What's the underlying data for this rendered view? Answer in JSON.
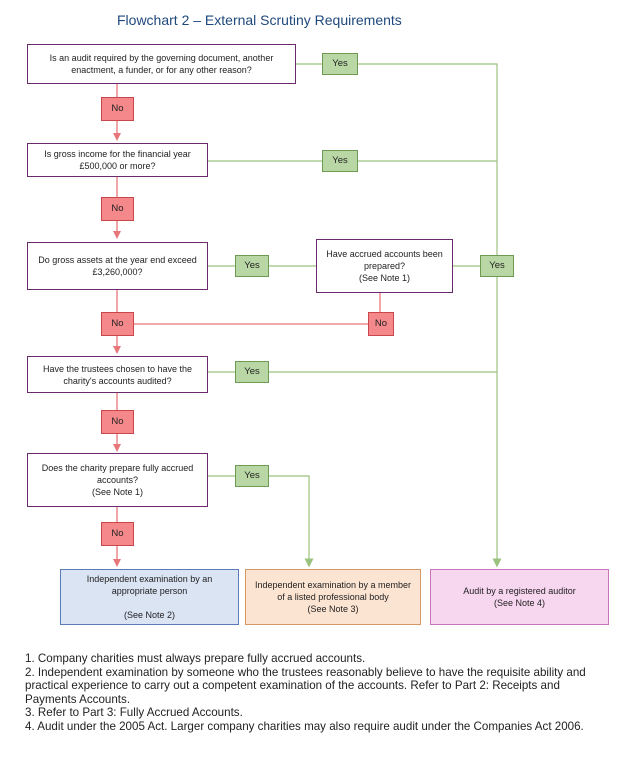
{
  "title": "Flowchart 2 – External Scrutiny Requirements",
  "questions": {
    "q1": "Is an audit required by the governing document, another enactment, a funder, or for any other reason?",
    "q2": "Is gross income for the financial year £500,000 or more?",
    "q3": "Do gross assets at the year end exceed £3,260,000?",
    "q3b": "Have accrued accounts been prepared?\n(See Note 1)",
    "q4": "Have the trustees chosen to have the charity's accounts audited?",
    "q5": "Does the charity prepare fully accrued accounts?\n(See Note 1)"
  },
  "labels": {
    "yes": "Yes",
    "no": "No"
  },
  "outcomes": {
    "independent": "Independent examination by an appropriate person\n\n(See Note 2)",
    "professional": "Independent examination by a member of a listed professional body\n(See Note 3)",
    "audit": "Audit by a registered auditor\n(See Note 4)"
  },
  "notes": [
    "1. Company charities must always prepare fully accrued accounts.",
    "2. Independent examination by someone who the trustees reasonably believe to have the requisite ability and practical experience to carry out a competent examination of the accounts. Refer to Part 2: Receipts and Payments Accounts.",
    "3. Refer to Part 3: Fully Accrued Accounts.",
    "4. Audit under the 2005 Act. Larger company charities may also require audit under the Companies Act 2006."
  ],
  "colors": {
    "question_border": "#6b2a6b",
    "yes_fill": "#b9d7a4",
    "no_fill": "#f4888a",
    "yes_line": "#9bc27f",
    "no_line": "#e7777b",
    "title": "#1f497d"
  }
}
